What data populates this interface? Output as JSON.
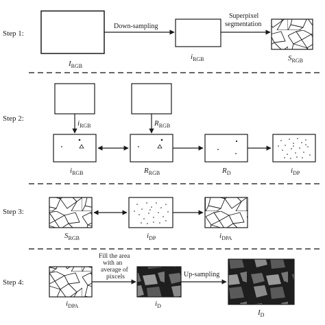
{
  "steps": [
    "Step 1:",
    "Step 2:",
    "Step 3:",
    "Step 4:"
  ],
  "step1": {
    "arrow1": "Down-sampling",
    "arrow2_line1": "Superpixel",
    "arrow2_line2": "segmentation",
    "cap_big": {
      "base": "I",
      "sub": "RGB"
    },
    "cap_small": {
      "base": "i",
      "sub": "RGB"
    },
    "cap_seg": {
      "base": "S",
      "sub": "RGB"
    }
  },
  "step2": {
    "top_left": {
      "base": "i",
      "sub": "RGB"
    },
    "top_right": {
      "base": "R",
      "sub": "RGB"
    },
    "cap1": {
      "base": "i",
      "sub": "RGB"
    },
    "cap2": {
      "base": "R",
      "sub": "RGB"
    },
    "cap3": {
      "base": "R",
      "sub": "D"
    },
    "cap4": {
      "base": "i",
      "sub": "DP"
    }
  },
  "step3": {
    "cap1": {
      "base": "S",
      "sub": "RGB"
    },
    "cap2": {
      "base": "i",
      "sub": "DP"
    },
    "cap3": {
      "base": "i",
      "sub": "DPA"
    }
  },
  "step4": {
    "fill_l1": "Fill the area",
    "fill_l2": "with an",
    "fill_l3": "average of",
    "fill_l4": "pixcels",
    "upsampling": "Up-sampling",
    "cap1": {
      "base": "i",
      "sub": "DPA"
    },
    "cap2": {
      "base": "i",
      "sub": "D"
    },
    "cap3": {
      "base": "I",
      "sub": "D"
    }
  },
  "colors": {
    "line": "#1a1a1a",
    "dark": "#222222",
    "dash": "#333333"
  }
}
